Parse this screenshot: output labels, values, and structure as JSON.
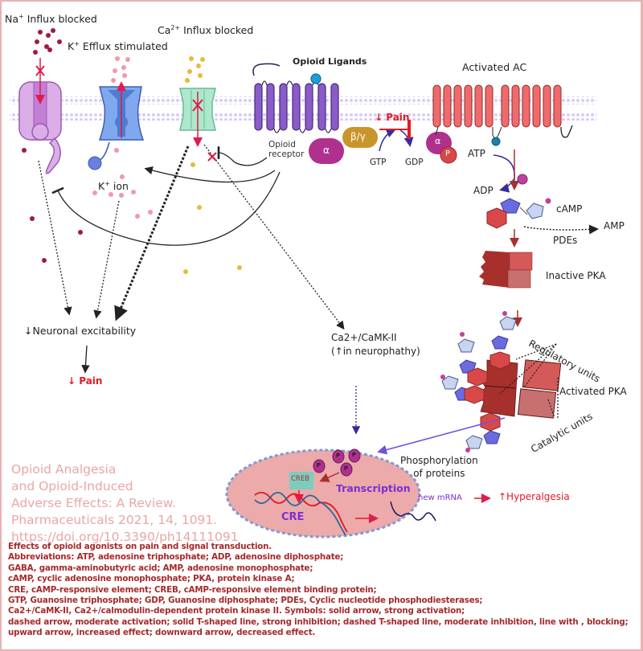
{
  "ion_channels": {
    "na_label": "Na",
    "na_charge": "+",
    "na_status": "Influx blocked",
    "k_label": "K",
    "k_charge": "+",
    "k_status": "Efflux stimulated",
    "ca_label": "Ca",
    "ca_charge": "2+",
    "ca_status": "Influx blocked",
    "k_ion_label": "K",
    "k_ion_charge": "+",
    "k_ion_suffix": "ion"
  },
  "receptor": {
    "ligands_label": "Opioid Ligands",
    "receptor_label_line1": "Opioid",
    "receptor_label_line2": "receptor",
    "alpha_label": "α",
    "beta_gamma_label": "β/γ",
    "pain_label": "↓ Pain",
    "gtp_label": "GTP",
    "gdp_label": "GDP",
    "alpha2_label": "α",
    "p_label": "P"
  },
  "ac": {
    "title": "Activated AC",
    "atp_label": "ATP",
    "adp_label": "ADP",
    "camp_label": "cAMP",
    "amp_label": "AMP",
    "pdes_label": "PDEs",
    "inactive_pka_label": "Inactive PKA",
    "regulatory_units_label": "Regulatory units",
    "activated_pka_label": "Activated  PKA",
    "catalytic_units_label": "Catalytic units"
  },
  "left_outcomes": {
    "neuronal_excitability": "↓Neuronal excitability",
    "pain": "↓ Pain"
  },
  "camk": {
    "line1": "Ca2+/CaMK-II",
    "line2": "(↑in neurophathy)"
  },
  "nucleus": {
    "phosphorylation_line1": "Phosphorylation",
    "phosphorylation_line2": "of proteins",
    "creb_label": "CREB",
    "transcription_label": "Transcription",
    "cre_label": "CRE",
    "mrna_label": "new mRNA",
    "p_label": "P",
    "hyperalgesia_label": "↑Hyperalgesia"
  },
  "citation": {
    "lines": [
      "Opioid Analgesia",
      "and Opioid-Induced",
      "Adverse Effects: A Review.",
      "Pharmaceuticals 2021, 14, 1091.",
      "https://doi.org/10.3390/ph14111091"
    ]
  },
  "caption": {
    "lines": [
      "Effects of opioid agonists on pain and signal transduction.",
      "Abbreviations: ATP, adenosine triphosphate; ADP, adenosine diphosphate;",
      "GABA, gamma-aminobutyric acid; AMP, adenosine monophosphate;",
      "cAMP, cyclic adenosine monophosphate; PKA, protein kinase A;",
      "CRE, cAMP-responsive element; CREB, cAMP-responsive element binding protein;",
      "GTP, Guanosine triphosphate; GDP, Guanosine diphosphate; PDEs, Cyclic nucleotide phosphodiesterases;",
      "Ca2+/CaMK-II, Ca2+/calmodulin-dependent protein kinase II. Symbols: solid arrow, strong activation;",
      "dashed arrow, moderate activation; solid T-shaped line, strong inhibition; dashed T-shaped line, moderate inhibition, line with  , blocking;",
      "upward arrow, increased effect; downward arrow, decreased effect."
    ]
  },
  "colors": {
    "membrane": "#d9cdf5",
    "na_channel": "#d9a6e6",
    "k_channel": "#6f9be8",
    "ca_channel": "#a8e6c8",
    "receptor": "#8a5bc9",
    "ac": "#ef6b6b",
    "alpha": "#b0308e",
    "beta_gamma": "#c9952b",
    "pka_dark": "#a8302c",
    "pka_light": "#d46060",
    "nucleus": "#ecaaaa",
    "nucleus_border": "#7f9bd0",
    "caption": "#a52a2a",
    "citation": "#eaa6a6",
    "red_text": "#e11b22",
    "purple_text": "#7b2fd0"
  }
}
